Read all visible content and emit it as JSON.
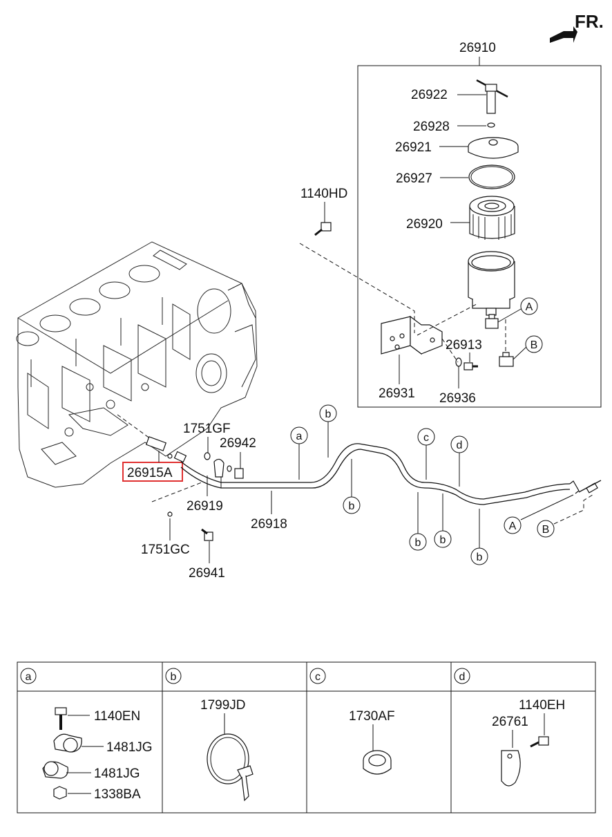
{
  "orientation": {
    "label": "FR."
  },
  "callouts": {
    "kit": "26910",
    "drain_plug": "26922",
    "o_ring_small": "26928",
    "cover": "26921",
    "o_ring_large": "26927",
    "element": "26920",
    "bolt_top": "1140HD",
    "bolt_bracket": "26913",
    "bracket": "26931",
    "washer": "26936",
    "gasket_a": "1751GF",
    "bolt_eye": "26942",
    "connector_highlight": "26915A",
    "eye_bolt": "26919",
    "fuel_line": "26918",
    "gasket_c": "1751GC",
    "bolt_lower": "26941"
  },
  "markers": {
    "a": "a",
    "b": "b",
    "c": "c",
    "d": "d",
    "A": "A",
    "B": "B"
  },
  "table": {
    "headers": [
      "a",
      "b",
      "c",
      "d"
    ],
    "cells": {
      "a": [
        "1140EN",
        "1481JG",
        "1481JG",
        "1338BA"
      ],
      "b": [
        "1799JD"
      ],
      "c": [
        "1730AF"
      ],
      "d": [
        "1140EH",
        "26761"
      ]
    }
  },
  "colors": {
    "highlight": "#e03030",
    "ink": "#111111"
  }
}
